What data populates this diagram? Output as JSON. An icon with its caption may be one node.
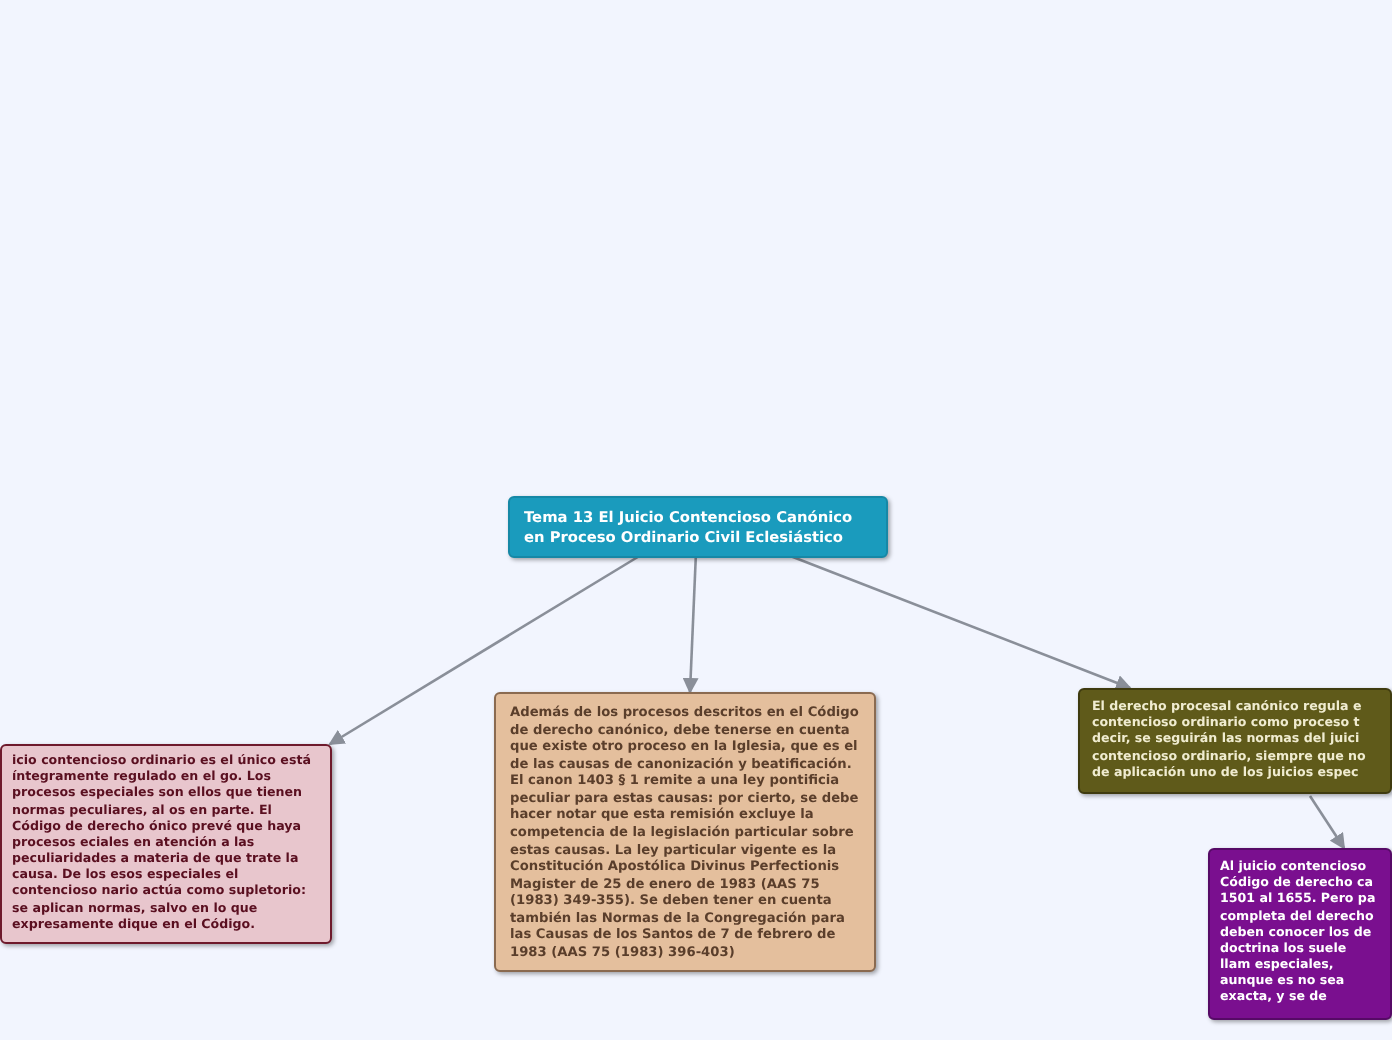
{
  "diagram": {
    "nodes": [
      {
        "text": [
          "Tema 13 El Juicio Contencioso Canónico en Proceso Ordinario Civil Eclesiástico"
        ]
      },
      {
        "text": [
          "icio contencioso ordinario es el único está íntegramente regulado en el go. Los procesos especiales son ellos que tienen normas peculiares, al os en parte. El Código de derecho ónico prevé que haya procesos eciales en atención a las peculiaridades a materia de que trate la causa. De los esos especiales el contencioso nario actúa como supletorio: se aplican normas, salvo en lo que expresamente dique en el Código."
        ]
      },
      {
        "text": [
          "Además de los procesos descritos en el Código de derecho canónico, debe tenerse en cuenta que existe otro proceso en la Iglesia, que es el de las causas de canonización y beatificación. El canon 1403 § 1 remite a una ley pontificia peculiar para estas causas: por cierto, se debe hacer notar que esta remisión excluye la competencia de la legislación particular sobre estas causas. La ley particular vigente es la Constitución Apostólica Divinus Perfectionis Magister de 25 de enero de 1983 (AAS 75 (1983) 349-355). Se deben tener en cuenta también las Normas de la Congregación para las Causas de los Santos de 7 de febrero de 1983 (AAS 75 (1983) 396-403)"
        ]
      },
      {
        "text": [
          "El derecho procesal canónico regula e contencioso ordinario como proceso t decir, se seguirán las normas del juici contencioso ordinario, siempre que no de aplicación uno de los juicios espec"
        ]
      },
      {
        "text": [
          "Al juicio contencioso Código de derecho ca 1501 al 1655. Pero pa completa del derecho deben conocer los de doctrina los suele llam especiales, aunque es no sea exacta, y se de"
        ]
      }
    ],
    "edges": [
      {
        "from": 0,
        "to": 1,
        "arrow": "to"
      },
      {
        "from": 0,
        "to": 2,
        "arrow": "to"
      },
      {
        "from": 0,
        "to": 3,
        "arrow": "to"
      },
      {
        "from": 3,
        "to": 4,
        "arrow": "to"
      }
    ]
  }
}
